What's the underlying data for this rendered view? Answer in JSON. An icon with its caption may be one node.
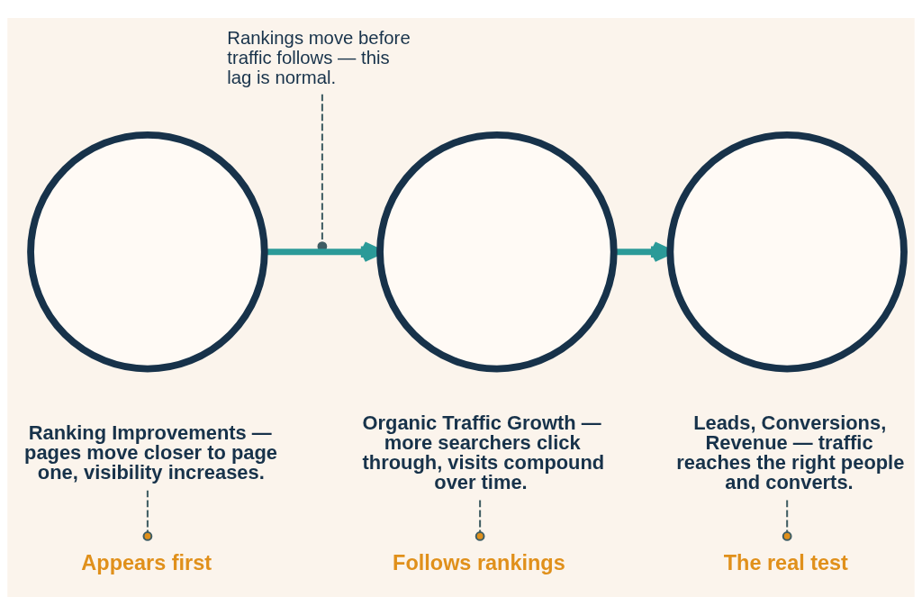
{
  "diagram": {
    "nodes": [
      {
        "text": [
          "Rankings move before traffic follows — this lag is normal."
        ]
      },
      {
        "text": [],
        "shape": "circle"
      },
      {
        "text": [],
        "shape": "circle"
      },
      {
        "text": [],
        "shape": "circle"
      },
      {
        "text": [
          "Ranking Improvements — pages move closer to page one, visibility increases."
        ]
      },
      {
        "text": [
          "Organic Traffic Growth — more searchers click through, visits compound over time."
        ]
      },
      {
        "text": [
          "Leads, Conversions, Revenue — traffic reaches the right people and converts."
        ]
      },
      {
        "text": [
          "Appears first"
        ]
      },
      {
        "text": [
          "Follows rankings"
        ]
      },
      {
        "text": [
          "The real test"
        ]
      }
    ],
    "edges": [
      {
        "from": 1,
        "to": 2,
        "arrow": "to",
        "style": "thick",
        "color": "#2b9a98"
      },
      {
        "from": 2,
        "to": 3,
        "arrow": "to",
        "style": "thick",
        "color": "#2b9a98"
      },
      {
        "from": 0,
        "to": null,
        "arrow": "other",
        "style": "dashed"
      },
      {
        "from": 4,
        "to": 7,
        "arrow": "other",
        "style": "dashed"
      },
      {
        "from": 5,
        "to": 8,
        "arrow": "other",
        "style": "dashed"
      },
      {
        "from": 6,
        "to": 9,
        "arrow": "other",
        "style": "dashed"
      }
    ]
  }
}
